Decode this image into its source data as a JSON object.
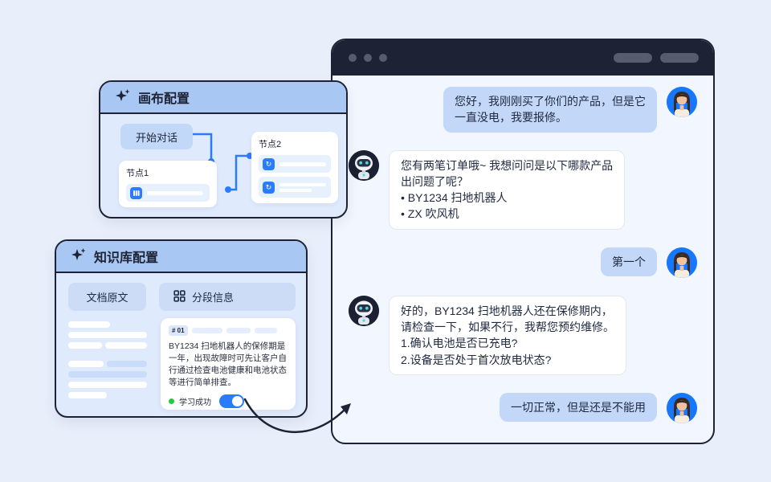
{
  "canvas_card": {
    "title": "画布配置",
    "start_node": "开始对话",
    "node1_label": "节点1",
    "node2_label": "节点2"
  },
  "kb_card": {
    "title": "知识库配置",
    "tabs": [
      {
        "label": "文档原文"
      },
      {
        "label": "分段信息"
      }
    ],
    "segment": {
      "badge": "# 01",
      "text": "BY1234 扫地机器人的保修期是一年，出现故障时可先让客户自行通过检查电池健康和电池状态等进行简单排查。",
      "status_label": "学习成功",
      "toggle_state": "on"
    }
  },
  "chat": {
    "messages": [
      {
        "role": "user",
        "lines": [
          "您好，我刚刚买了你们的产品，但是它",
          "一直没电，我要报修。"
        ]
      },
      {
        "role": "bot",
        "lines": [
          "您有两笔订单哦~ 我想问问是以下哪款产品",
          "出问题了呢？",
          "• BY1234 扫地机器人",
          "• ZX 吹风机"
        ]
      },
      {
        "role": "user",
        "lines": [
          "第一个"
        ]
      },
      {
        "role": "bot",
        "lines": [
          "好的，BY1234 扫地机器人还在保修期内，",
          "请检查一下，如果不行，我帮您预约维修。",
          "1.确认电池是否已充电?",
          "2.设备是否处于首次放电状态?"
        ]
      },
      {
        "role": "user",
        "lines": [
          "一切正常，但是还是不能用"
        ]
      }
    ]
  },
  "colors": {
    "page_bg": "#e9eefb",
    "dark_navy": "#1d2335",
    "accent_blue": "#2b7bff",
    "header_blue": "#a9c7f3",
    "card_body_blue": "#dfeafc",
    "user_bubble": "#c3d8f8",
    "bot_bubble": "#ffffff",
    "avatar_blue": "#1677ff",
    "success_green": "#25c93f"
  }
}
